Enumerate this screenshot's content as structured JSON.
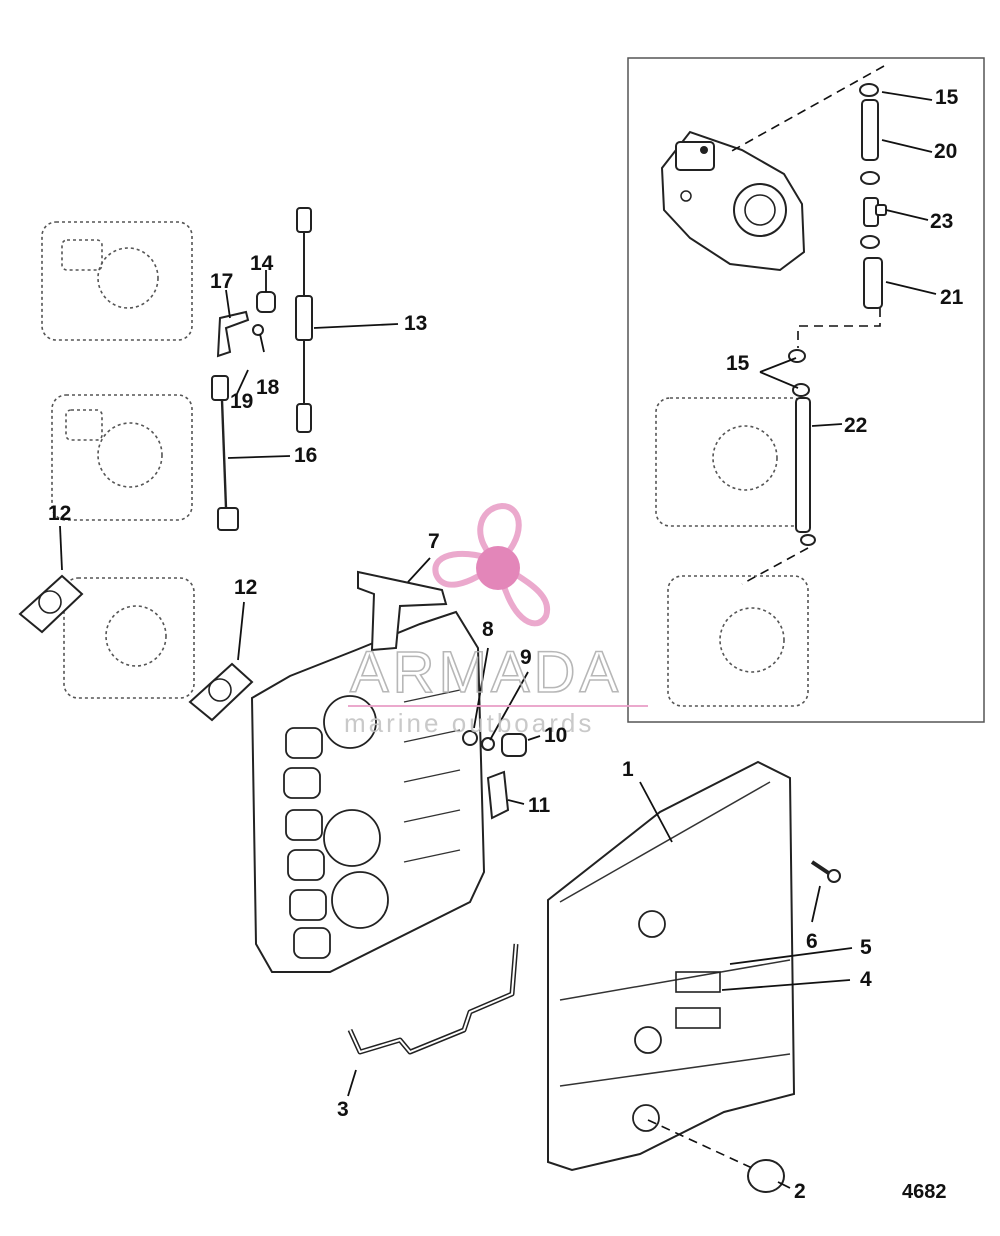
{
  "diagram": {
    "reference_number": "4682",
    "callouts": [
      {
        "id": "1",
        "label": "1"
      },
      {
        "id": "2",
        "label": "2"
      },
      {
        "id": "3",
        "label": "3"
      },
      {
        "id": "4",
        "label": "4"
      },
      {
        "id": "5",
        "label": "5"
      },
      {
        "id": "6",
        "label": "6"
      },
      {
        "id": "7",
        "label": "7"
      },
      {
        "id": "8",
        "label": "8"
      },
      {
        "id": "9",
        "label": "9"
      },
      {
        "id": "10",
        "label": "10"
      },
      {
        "id": "11",
        "label": "11"
      },
      {
        "id": "12a",
        "label": "12"
      },
      {
        "id": "12b",
        "label": "12"
      },
      {
        "id": "13",
        "label": "13"
      },
      {
        "id": "14",
        "label": "14"
      },
      {
        "id": "15a",
        "label": "15"
      },
      {
        "id": "15b",
        "label": "15"
      },
      {
        "id": "16",
        "label": "16"
      },
      {
        "id": "17",
        "label": "17"
      },
      {
        "id": "18",
        "label": "18"
      },
      {
        "id": "19",
        "label": "19"
      },
      {
        "id": "20",
        "label": "20"
      },
      {
        "id": "21",
        "label": "21"
      },
      {
        "id": "22",
        "label": "22"
      },
      {
        "id": "23",
        "label": "23"
      }
    ]
  },
  "watermark": {
    "brand": "ARMADA",
    "tagline": "marine outboards",
    "logo_color": "#e9a0c8",
    "logo_hub_color": "#e07ab2"
  }
}
